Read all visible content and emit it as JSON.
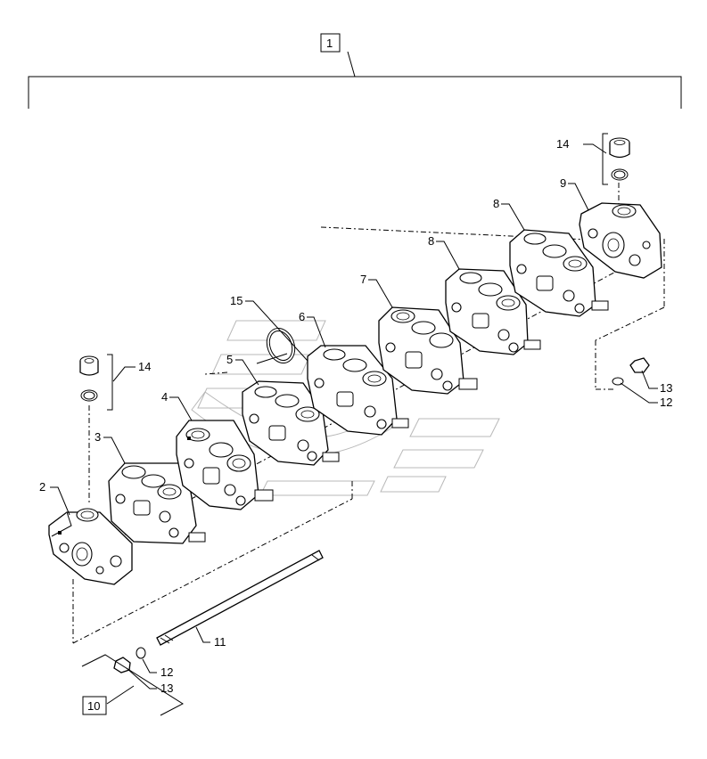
{
  "callouts": {
    "c1": "1",
    "c2": "2",
    "c3": "3",
    "c4": "4",
    "c5": "5",
    "c6": "6",
    "c7": "7",
    "c8a": "8",
    "c8b": "8",
    "c9": "9",
    "c10": "10",
    "c11": "11",
    "c12a": "12",
    "c12b": "12",
    "c13a": "13",
    "c13b": "13",
    "c14a": "14",
    "c14b": "14",
    "c15": "15"
  }
}
